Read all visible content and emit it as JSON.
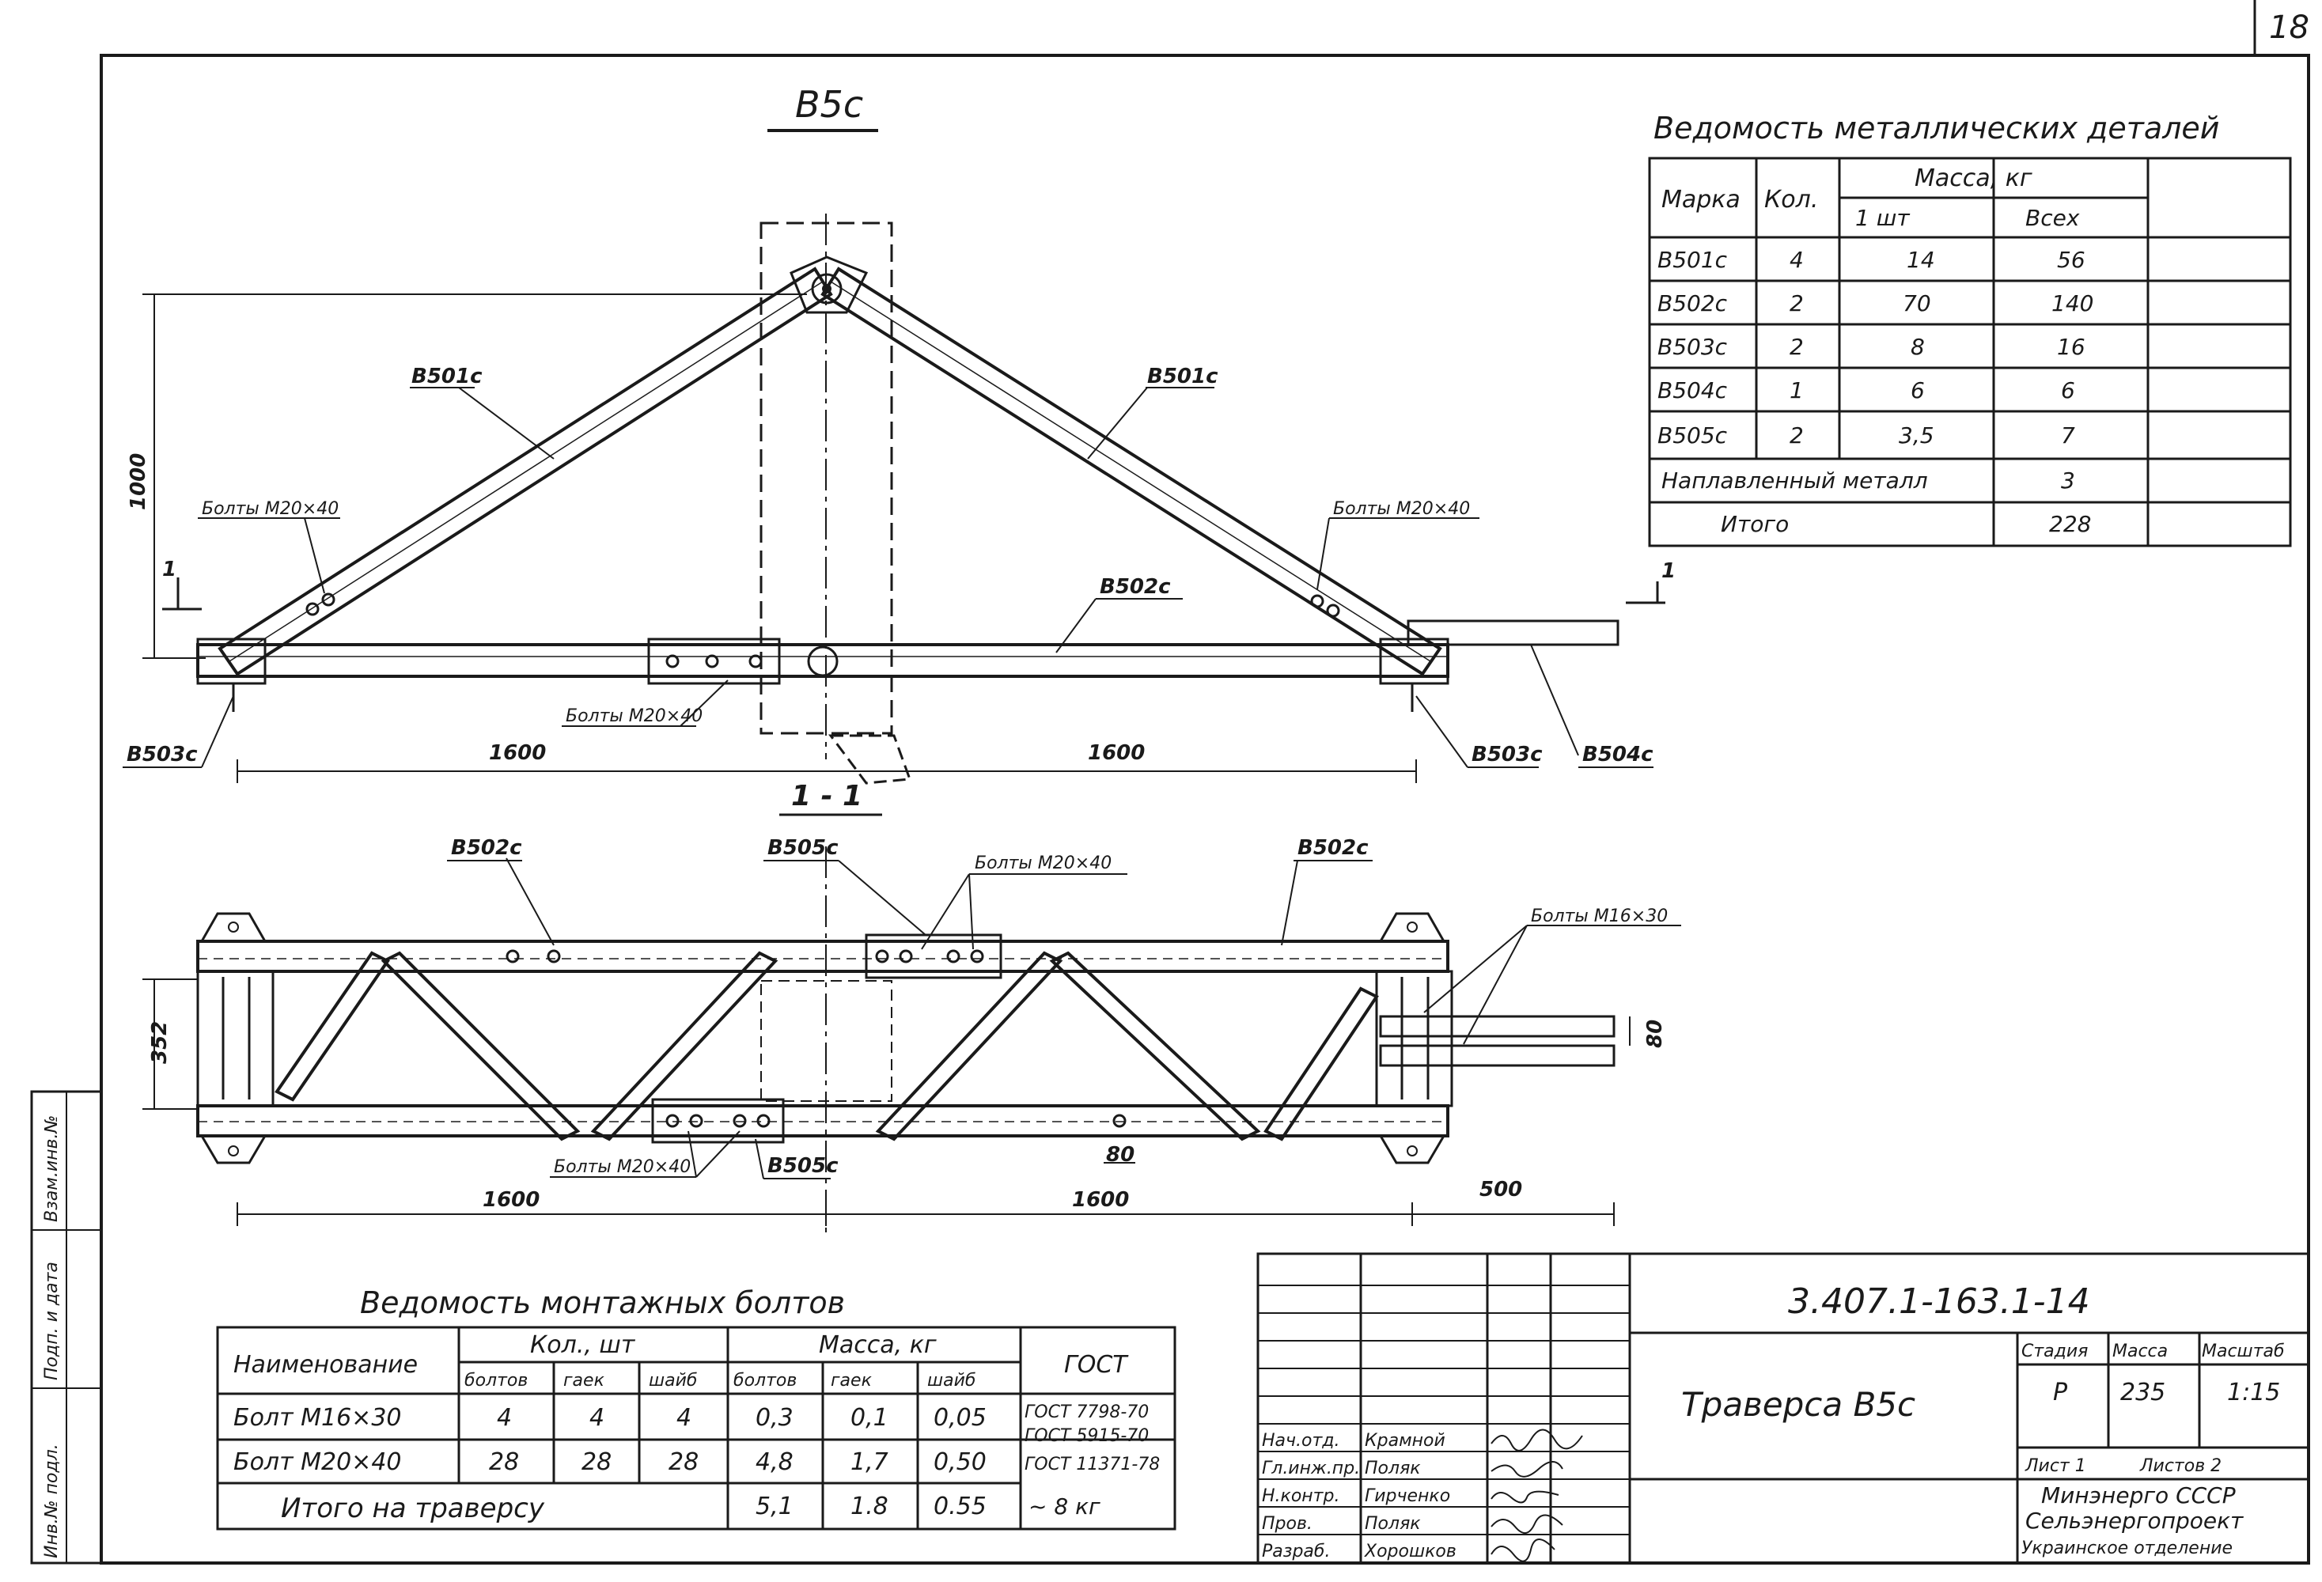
{
  "sheet_number": "18",
  "elevation_title": "В5с",
  "section_title": "1 - 1",
  "section_marker": "1",
  "elevation": {
    "height_dim": "1000",
    "dim_left": "1600",
    "dim_right": "1600",
    "labels": {
      "b501_left": "В501с",
      "b501_right": "В501с",
      "b502": "В502с",
      "b503_left": "В503с",
      "b503_right": "В503с",
      "b504": "В504с",
      "bolts_left": "Болты М20×40",
      "bolts_right": "Болты М20×40",
      "bolts_center": "Болты М20×40"
    }
  },
  "plan": {
    "height_dim": "352",
    "dim_left": "1600",
    "dim_right": "1600",
    "dim_500": "500",
    "dim_80_bottom": "80",
    "dim_80_side": "80",
    "labels": {
      "b502_left": "В502с",
      "b502_right": "В502с",
      "b505_top": "В505с",
      "b505_bottom": "В505с",
      "bolts_top": "Болты М20×40",
      "bolts_bottom": "Болты М20×40",
      "bolts_m16": "Болты М16×30"
    }
  },
  "metal_table": {
    "title": "Ведомость металлических деталей",
    "headers": {
      "mark": "Марка",
      "qty": "Кол.",
      "mass": "Масса, кг",
      "one": "1 шт",
      "all": "Всех"
    },
    "rows": [
      {
        "mark": "В501с",
        "qty": "4",
        "one": "14",
        "all": "56"
      },
      {
        "mark": "В502с",
        "qty": "2",
        "one": "70",
        "all": "140"
      },
      {
        "mark": "В503с",
        "qty": "2",
        "one": "8",
        "all": "16"
      },
      {
        "mark": "В504с",
        "qty": "1",
        "one": "6",
        "all": "6"
      },
      {
        "mark": "В505с",
        "qty": "2",
        "one": "3,5",
        "all": "7"
      }
    ],
    "weld": {
      "label": "Наплавленный металл",
      "value": "3"
    },
    "total": {
      "label": "Итого",
      "value": "228"
    }
  },
  "bolt_table": {
    "title": "Ведомость монтажных болтов",
    "headers": {
      "name": "Наименование",
      "qty": "Кол., шт",
      "mass": "Масса, кг",
      "gost": "ГОСТ",
      "bolts": "болтов",
      "nuts": "гаек",
      "washers": "шайб"
    },
    "rows": [
      {
        "name": "Болт М16×30",
        "q_b": "4",
        "q_n": "4",
        "q_w": "4",
        "m_b": "0,3",
        "m_n": "0,1",
        "m_w": "0,05"
      },
      {
        "name": "Болт М20×40",
        "q_b": "28",
        "q_n": "28",
        "q_w": "28",
        "m_b": "4,8",
        "m_n": "1,7",
        "m_w": "0,50"
      }
    ],
    "gost": [
      "ГОСТ 7798-70",
      "ГОСТ 5915-70",
      "ГОСТ 11371-78"
    ],
    "total": {
      "label": "Итого на траверсу",
      "m_b": "5,1",
      "m_n": "1.8",
      "m_w": "0.55",
      "sum": "~ 8 кг"
    }
  },
  "title_block": {
    "doc_code": "3.407.1-163.1-14",
    "name": "Траверса В5с",
    "stage_h": "Стадия",
    "mass_h": "Масса",
    "scale_h": "Масштаб",
    "stage": "Р",
    "mass": "235",
    "scale": "1:15",
    "sheet": "Лист 1",
    "sheets": "Листов 2",
    "org1": "Минэнерго СССР",
    "org2": "Сельэнергопроект",
    "org3": "Украинское отделение",
    "people": [
      {
        "role": "Нач.отд.",
        "name": "Крамной"
      },
      {
        "role": "Гл.инж.пр.",
        "name": "Поляк"
      },
      {
        "role": "Н.контр.",
        "name": "Гирченко"
      },
      {
        "role": "Пров.",
        "name": "Поляк"
      },
      {
        "role": "Разраб.",
        "name": "Хорошков"
      }
    ]
  },
  "side_stamp": {
    "inv": "Инв.№ подл.",
    "sign": "Подп. и дата",
    "vzam": "Взам.инв.№"
  }
}
